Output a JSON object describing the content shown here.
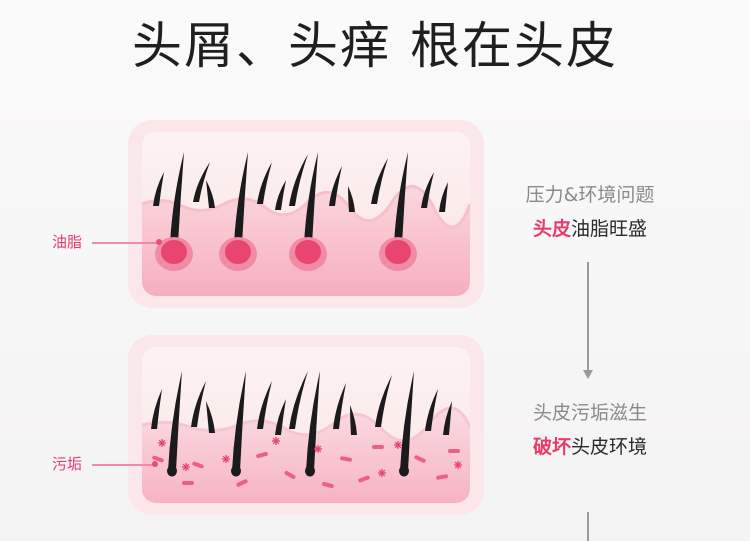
{
  "title": "头屑、头痒 根在头皮",
  "panel_1": {
    "callout": "油脂",
    "caption_sub": "压力&环境问题",
    "caption_accent": "头皮",
    "caption_rest": "油脂旺盛"
  },
  "panel_2": {
    "callout": "污垢",
    "caption_sub": "头皮污垢滋生",
    "caption_accent": "破坏",
    "caption_rest": "头皮环境"
  },
  "colors": {
    "accent": "#e83c6c",
    "skin_light": "#fbd2dc",
    "skin_mid": "#f4a6b8",
    "hair": "#1b1b1b",
    "sebum": "#e8456f"
  },
  "icons": [
    "hair-strand-icon",
    "sebum-gland-icon",
    "dirt-particle-icon",
    "arrow-down-icon"
  ]
}
